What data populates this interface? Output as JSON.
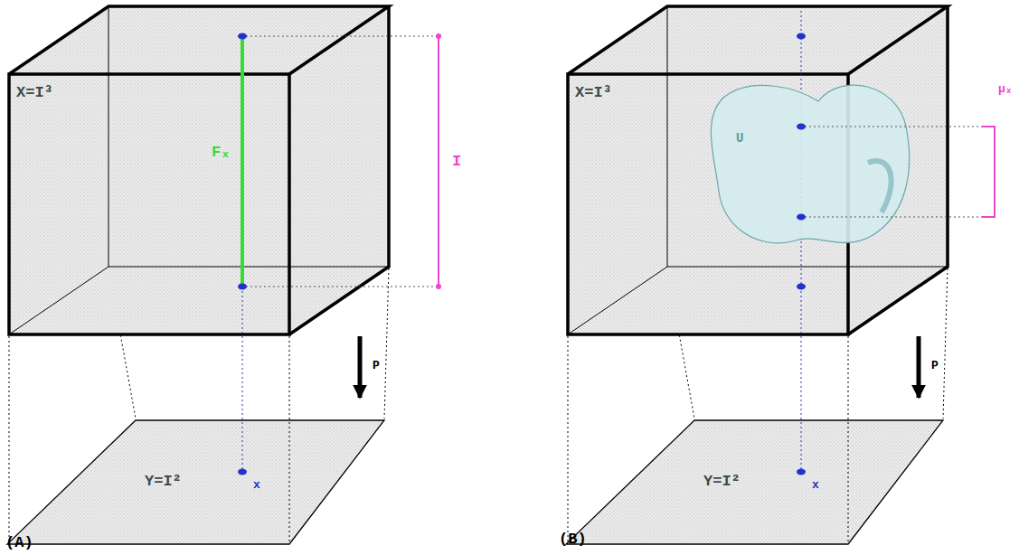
{
  "diagram": {
    "labels": [
      "(A)",
      "X=I³",
      "Fₓ",
      "I",
      "P",
      "Y=I²",
      "x",
      "(B)",
      "X=I³",
      "U",
      "μₓ",
      "P",
      "Y=I²",
      "x"
    ]
  }
}
